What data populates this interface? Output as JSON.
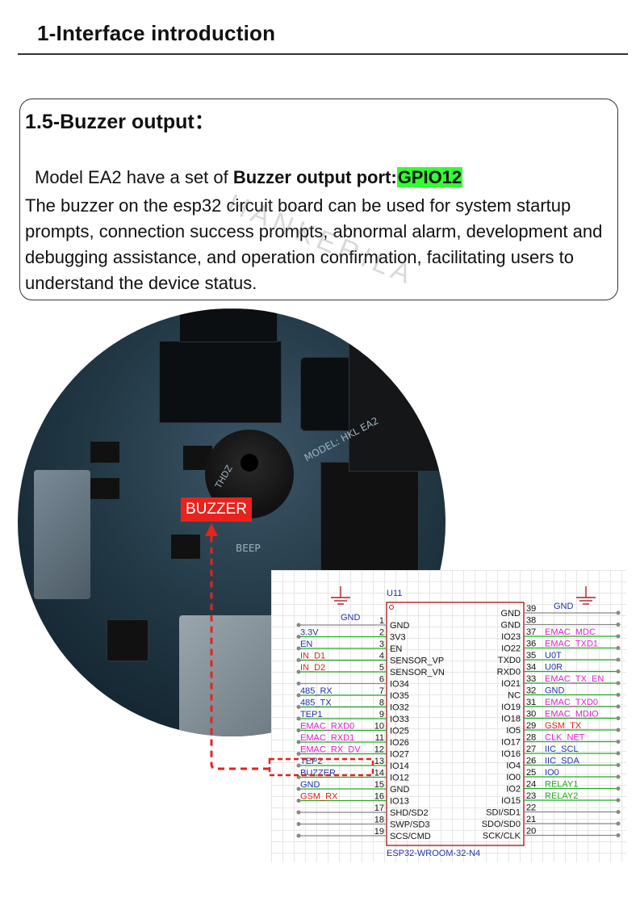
{
  "header": {
    "title": "1-Interface introduction"
  },
  "card": {
    "title": "1.5-Buzzer output：",
    "line1_prefix": "Model EA2 have a set of ",
    "line1_bold": "Buzzer output port:",
    "line1_highlight": "GPIO12",
    "body": "The buzzer on the esp32 circuit board can be used for system startup prompts, connection success prompts, abnormal alarm, development and debugging assistance, and operation confirmation, facilitating users to understand the device status.",
    "watermark": "HANKERILA"
  },
  "photo": {
    "buzzer_label": "BUZZER",
    "silkscreen": [
      "MODEL: HKL EA2",
      "BEEP",
      "THDZ"
    ]
  },
  "colors": {
    "accent_red": "#e8221c",
    "highlight_green": "#33ff33",
    "net_blue": "#2233aa",
    "net_magenta": "#e020d0",
    "net_green": "#22aa22",
    "wire_gray": "#888888"
  },
  "schematic": {
    "ref": "U11",
    "part": "ESP32-WROOM-32-N4",
    "gnd_left": "GND",
    "gnd_right": "GND",
    "left_pins": [
      {
        "num": "1",
        "name": "GND",
        "net": "",
        "color": "#2233aa"
      },
      {
        "num": "2",
        "name": "3V3",
        "net": "3.3V",
        "color": "#2233aa"
      },
      {
        "num": "3",
        "name": "EN",
        "net": "EN",
        "color": "#2233aa"
      },
      {
        "num": "4",
        "name": "SENSOR_VP",
        "net": "IN_D1",
        "color": "#e8221c"
      },
      {
        "num": "5",
        "name": "SENSOR_VN",
        "net": "IN_D2",
        "color": "#e8221c"
      },
      {
        "num": "6",
        "name": "IO34",
        "net": "",
        "color": "#2233aa"
      },
      {
        "num": "7",
        "name": "IO35",
        "net": "485_RX",
        "color": "#2233aa"
      },
      {
        "num": "8",
        "name": "IO32",
        "net": "485_TX",
        "color": "#2233aa"
      },
      {
        "num": "9",
        "name": "IO33",
        "net": "TEP1",
        "color": "#2233aa"
      },
      {
        "num": "10",
        "name": "IO25",
        "net": "EMAC_RXD0",
        "color": "#e020d0"
      },
      {
        "num": "11",
        "name": "IO26",
        "net": "EMAC_RXD1",
        "color": "#e020d0"
      },
      {
        "num": "12",
        "name": "IO27",
        "net": "EMAC_RX_DV",
        "color": "#e020d0"
      },
      {
        "num": "13",
        "name": "IO14",
        "net": "TEP2",
        "color": "#2233aa"
      },
      {
        "num": "14",
        "name": "IO12",
        "net": "BUZZER",
        "color": "#2233aa"
      },
      {
        "num": "15",
        "name": "GND",
        "net": "GND",
        "color": "#2233aa"
      },
      {
        "num": "16",
        "name": "IO13",
        "net": "GSM_RX",
        "color": "#e8221c"
      },
      {
        "num": "17",
        "name": "SHD/SD2",
        "net": "",
        "color": "#2233aa"
      },
      {
        "num": "18",
        "name": "SWP/SD3",
        "net": "",
        "color": "#2233aa"
      },
      {
        "num": "19",
        "name": "SCS/CMD",
        "net": "",
        "color": "#2233aa"
      }
    ],
    "right_pins": [
      {
        "num": "39",
        "name": "GND",
        "net": "",
        "color": "#2233aa"
      },
      {
        "num": "38",
        "name": "GND",
        "net": "",
        "color": "#2233aa"
      },
      {
        "num": "37",
        "name": "IO23",
        "net": "EMAC_MDC",
        "color": "#e020d0"
      },
      {
        "num": "36",
        "name": "IO22",
        "net": "EMAC_TXD1",
        "color": "#e020d0"
      },
      {
        "num": "35",
        "name": "TXD0",
        "net": "U0T",
        "color": "#2233aa"
      },
      {
        "num": "34",
        "name": "RXD0",
        "net": "U0R",
        "color": "#2233aa"
      },
      {
        "num": "33",
        "name": "IO21",
        "net": "EMAC_TX_EN",
        "color": "#e020d0"
      },
      {
        "num": "32",
        "name": "NC",
        "net": "GND",
        "color": "#2233aa"
      },
      {
        "num": "31",
        "name": "IO19",
        "net": "EMAC_TXD0",
        "color": "#e020d0"
      },
      {
        "num": "30",
        "name": "IO18",
        "net": "EMAC_MDIO",
        "color": "#e020d0"
      },
      {
        "num": "29",
        "name": "IO5",
        "net": "GSM_TX",
        "color": "#e8221c"
      },
      {
        "num": "28",
        "name": "IO17",
        "net": "CLK_NET",
        "color": "#e020d0"
      },
      {
        "num": "27",
        "name": "IO16",
        "net": "IIC_SCL",
        "color": "#2233aa"
      },
      {
        "num": "26",
        "name": "IO4",
        "net": "IIC_SDA",
        "color": "#2233aa"
      },
      {
        "num": "25",
        "name": "IO0",
        "net": "IO0",
        "color": "#2233aa"
      },
      {
        "num": "24",
        "name": "IO2",
        "net": "RELAY1",
        "color": "#22aa22"
      },
      {
        "num": "23",
        "name": "IO15",
        "net": "RELAY2",
        "color": "#22aa22"
      },
      {
        "num": "22",
        "name": "SDI/SD1",
        "net": "",
        "color": "#2233aa"
      },
      {
        "num": "21",
        "name": "SDO/SD0",
        "net": "",
        "color": "#2233aa"
      },
      {
        "num": "20",
        "name": "SCK/CLK",
        "net": "",
        "color": "#2233aa"
      }
    ]
  }
}
